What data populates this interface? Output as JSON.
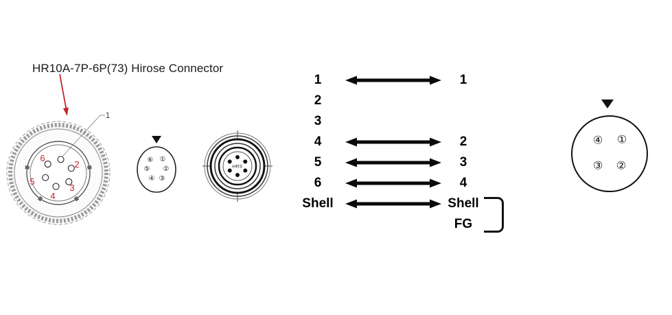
{
  "header": {
    "title": "HR10A-7P-6P(73) Hirose Connector"
  },
  "left_connector": {
    "leader_label": "1",
    "pin_labels": [
      "6",
      "2",
      "5",
      "3",
      "4"
    ]
  },
  "oval_connector": {
    "pins": [
      "⑥",
      "①",
      "⑤",
      "②",
      "④",
      "③"
    ]
  },
  "front_connector": {
    "brand": "HRS"
  },
  "wiring": {
    "rows": [
      {
        "left": "1",
        "right": "1",
        "connected": true
      },
      {
        "left": "2",
        "right": "",
        "connected": false
      },
      {
        "left": "3",
        "right": "",
        "connected": false
      },
      {
        "left": "4",
        "right": "2",
        "connected": true
      },
      {
        "left": "5",
        "right": "3",
        "connected": true
      },
      {
        "left": "6",
        "right": "4",
        "connected": true
      },
      {
        "left": "Shell",
        "right": "Shell",
        "connected": true
      },
      {
        "left": "",
        "right": "FG",
        "connected": false
      }
    ]
  },
  "right_connector": {
    "pins": [
      "④",
      "①",
      "③",
      "②"
    ]
  },
  "colors": {
    "accent_red": "#c4232b",
    "line_black": "#0a0a0a"
  }
}
